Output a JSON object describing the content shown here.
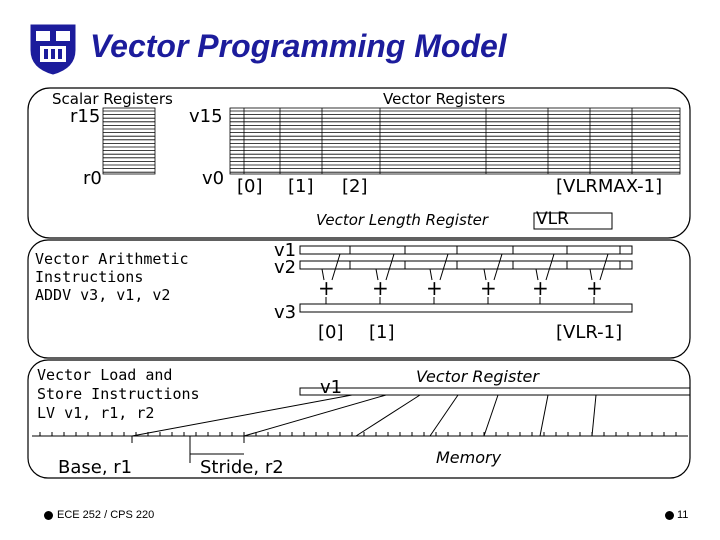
{
  "slide_title": "Vector Programming Model",
  "scalar_registers": {
    "heading": "Scalar Registers",
    "top_label": "r15",
    "bottom_label": "r0"
  },
  "vector_registers": {
    "heading": "Vector Registers",
    "top_label": "v15",
    "bottom_label": "v0",
    "index_labels": [
      "[0]",
      "[1]",
      "[2]",
      "[VLRMAX-1]"
    ]
  },
  "vlr": {
    "caption": "Vector Length Register",
    "box_label": "VLR"
  },
  "arith": {
    "description": [
      "Vector Arithmetic",
      "Instructions",
      "ADDV v3, v1, v2"
    ],
    "src1": "v1",
    "src2": "v2",
    "dest": "v3",
    "op": "+",
    "index_labels": [
      "[0]",
      "[1]",
      "[VLR-1]"
    ]
  },
  "loadstore": {
    "description": [
      "Vector Load and",
      "Store Instructions",
      "LV v1, r1, r2"
    ],
    "reg_label": "v1",
    "reg_caption": "Vector Register",
    "base_label": "Base, r1",
    "stride_label": "Stride, r2",
    "memory_label": "Memory"
  },
  "footer": {
    "course": "ECE 252 / CPS 220",
    "page_number": "11"
  }
}
